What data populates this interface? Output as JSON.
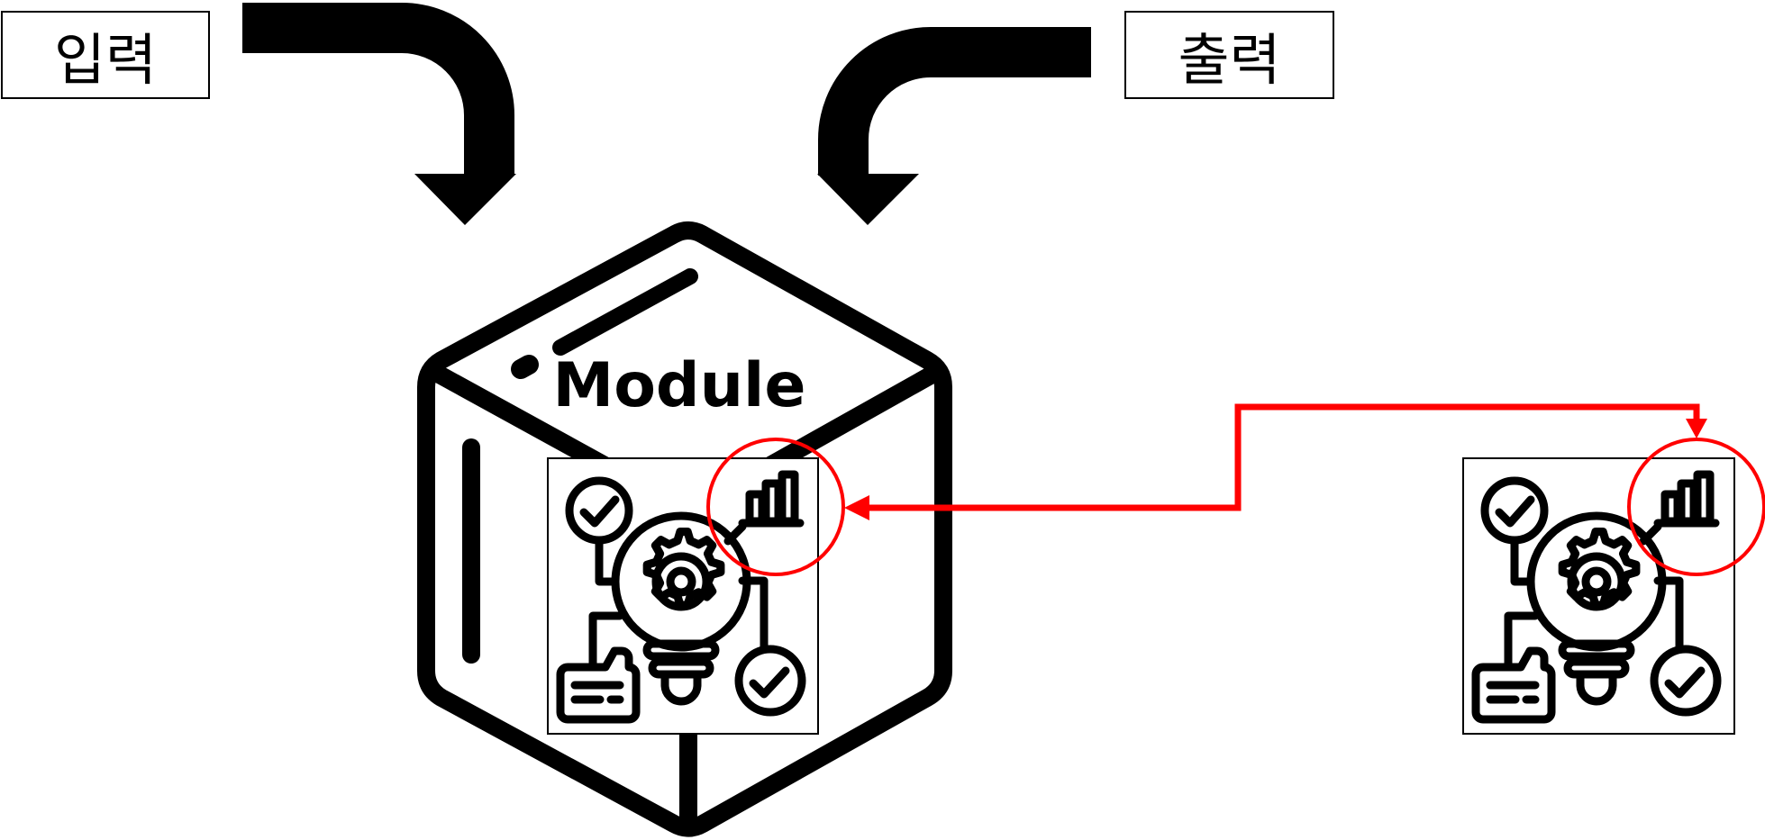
{
  "labels": {
    "input": "입력",
    "output": "출력",
    "module": "Module"
  },
  "icons": {
    "module": "cube-icon",
    "idea": "lightbulb-gear-idea-icon",
    "highlight": "red-circle-highlight"
  },
  "colors": {
    "stroke": "#000000",
    "highlight": "#ff0000",
    "background": "#ffffff"
  }
}
